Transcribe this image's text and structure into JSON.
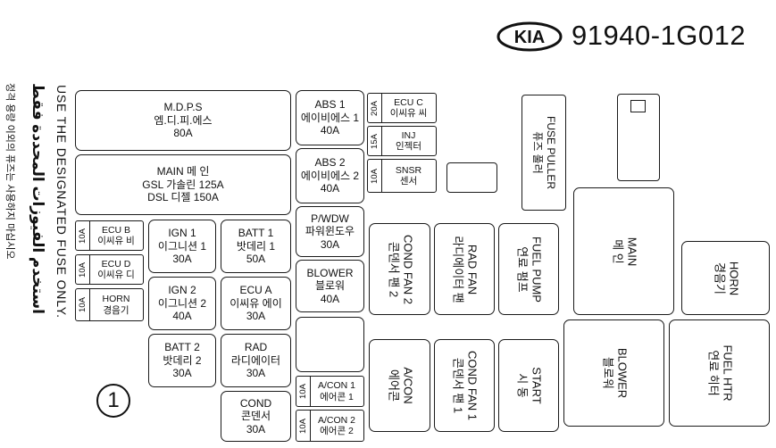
{
  "header": {
    "brand": "KIA",
    "part_number": "91940-1G012"
  },
  "sidebar": {
    "english": "USE THE DESIGNATED FUSE ONLY.",
    "arabic": "استخدم الفيوزات المحددة فقط",
    "korean": "정격 용량 이외의 퓨즈는 사용하지 마십시오"
  },
  "circle_number": "1",
  "fuses": {
    "mdps": [
      "M.D.P.S",
      "엠.디.피.에스",
      "80A"
    ],
    "main_big": [
      "MAIN 메 인",
      "GSL 가솔린 125A",
      "DSL 디젤 150A"
    ],
    "abs1": [
      "ABS 1",
      "에이비에스 1",
      "40A"
    ],
    "abs2": [
      "ABS 2",
      "에이비에스 2",
      "40A"
    ],
    "pwdw": [
      "P/WDW",
      "파워윈도우",
      "30A"
    ],
    "blower40": [
      "BLOWER",
      "블로워",
      "40A"
    ],
    "ign1": [
      "IGN 1",
      "이그니션 1",
      "30A"
    ],
    "batt1": [
      "BATT 1",
      "밧데리 1",
      "50A"
    ],
    "ign2": [
      "IGN 2",
      "이그니션 2",
      "40A"
    ],
    "ecua": [
      "ECU A",
      "이씨유 에이",
      "30A"
    ],
    "batt2": [
      "BATT 2",
      "밧데리 2",
      "30A"
    ],
    "rad": [
      "RAD",
      "라디에이터",
      "30A"
    ],
    "cond": [
      "COND",
      "콘덴서",
      "30A"
    ]
  },
  "mini_fuses": {
    "ecuc": {
      "amp": "20A",
      "lines": [
        "ECU C",
        "이씨유 씨"
      ]
    },
    "inj": {
      "amp": "15A",
      "lines": [
        "INJ",
        "인젝터"
      ]
    },
    "snsr": {
      "amp": "10A",
      "lines": [
        "SNSR",
        "센서"
      ]
    },
    "ecub": {
      "amp": "10A",
      "lines": [
        "ECU B",
        "이씨유 비"
      ]
    },
    "ecud": {
      "amp": "10A",
      "lines": [
        "ECU D",
        "이씨유 디"
      ]
    },
    "horn": {
      "amp": "10A",
      "lines": [
        "HORN",
        "경음기"
      ]
    },
    "acon1": {
      "amp": "10A",
      "lines": [
        "A/CON 1",
        "에어콘 1"
      ]
    },
    "acon2": {
      "amp": "10A",
      "lines": [
        "A/CON 2",
        "에어콘 2"
      ]
    }
  },
  "relays": {
    "fuse_puller": [
      "FUSE PULLER",
      "퓨즈 풀러"
    ],
    "cond_fan2": [
      "COND FAN 2",
      "콘덴서 팬 2"
    ],
    "rad_fan": [
      "RAD FAN",
      "라디에이터 팬"
    ],
    "fuel_pump": [
      "FUEL PUMP",
      "연료 펌프"
    ],
    "main_relay": [
      "MAIN",
      "메 인"
    ],
    "horn_relay": [
      "HORN",
      "경음기"
    ],
    "acon": [
      "A/CON",
      "에어콘"
    ],
    "cond_fan1": [
      "COND FAN 1",
      "콘덴서 팬 1"
    ],
    "start": [
      "START",
      "시 동"
    ],
    "blower_relay": [
      "BLOWER",
      "블로워"
    ],
    "fuel_htr": [
      "FUEL HTR",
      "연료 히터"
    ]
  }
}
